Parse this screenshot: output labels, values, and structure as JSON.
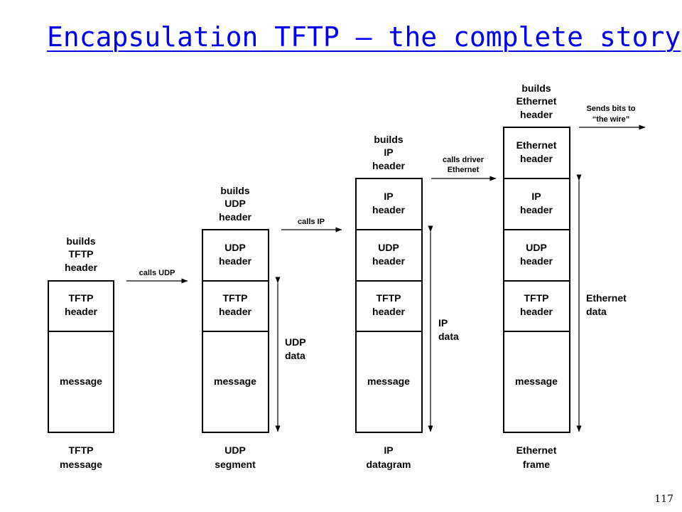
{
  "slide": {
    "title": "Encapsulation TFTP – the complete story",
    "page_number": "117"
  },
  "stacks": {
    "tftp": {
      "action": [
        "builds",
        "TFTP",
        "header"
      ],
      "cells": [
        [
          "TFTP",
          "header"
        ],
        [
          "message"
        ]
      ],
      "caption": [
        "TFTP",
        "message"
      ]
    },
    "udp": {
      "action": [
        "builds",
        "UDP",
        "header"
      ],
      "cells": [
        [
          "UDP",
          "header"
        ],
        [
          "TFTP",
          "header"
        ],
        [
          "message"
        ]
      ],
      "caption": [
        "UDP",
        "segment"
      ]
    },
    "ip": {
      "action": [
        "builds",
        "IP",
        "header"
      ],
      "cells": [
        [
          "IP",
          "header"
        ],
        [
          "UDP",
          "header"
        ],
        [
          "TFTP",
          "header"
        ],
        [
          "message"
        ]
      ],
      "caption": [
        "IP",
        "datagram"
      ]
    },
    "ethernet": {
      "action": [
        "builds",
        "Ethernet",
        "header"
      ],
      "cells": [
        [
          "Ethernet",
          "header"
        ],
        [
          "IP",
          "header"
        ],
        [
          "UDP",
          "header"
        ],
        [
          "TFTP",
          "header"
        ],
        [
          "message"
        ]
      ],
      "caption": [
        "Ethernet",
        "frame"
      ]
    }
  },
  "calls": {
    "udp": [
      "calls UDP"
    ],
    "ip": [
      "calls IP"
    ],
    "driver": [
      "calls driver",
      "Ethernet"
    ],
    "wire": [
      "Sends bits to",
      "“the wire”"
    ]
  },
  "spans": {
    "udp_data": [
      "UDP",
      "data"
    ],
    "ip_data": [
      "IP",
      "data"
    ],
    "ethernet_data": [
      "Ethernet",
      "data"
    ]
  }
}
